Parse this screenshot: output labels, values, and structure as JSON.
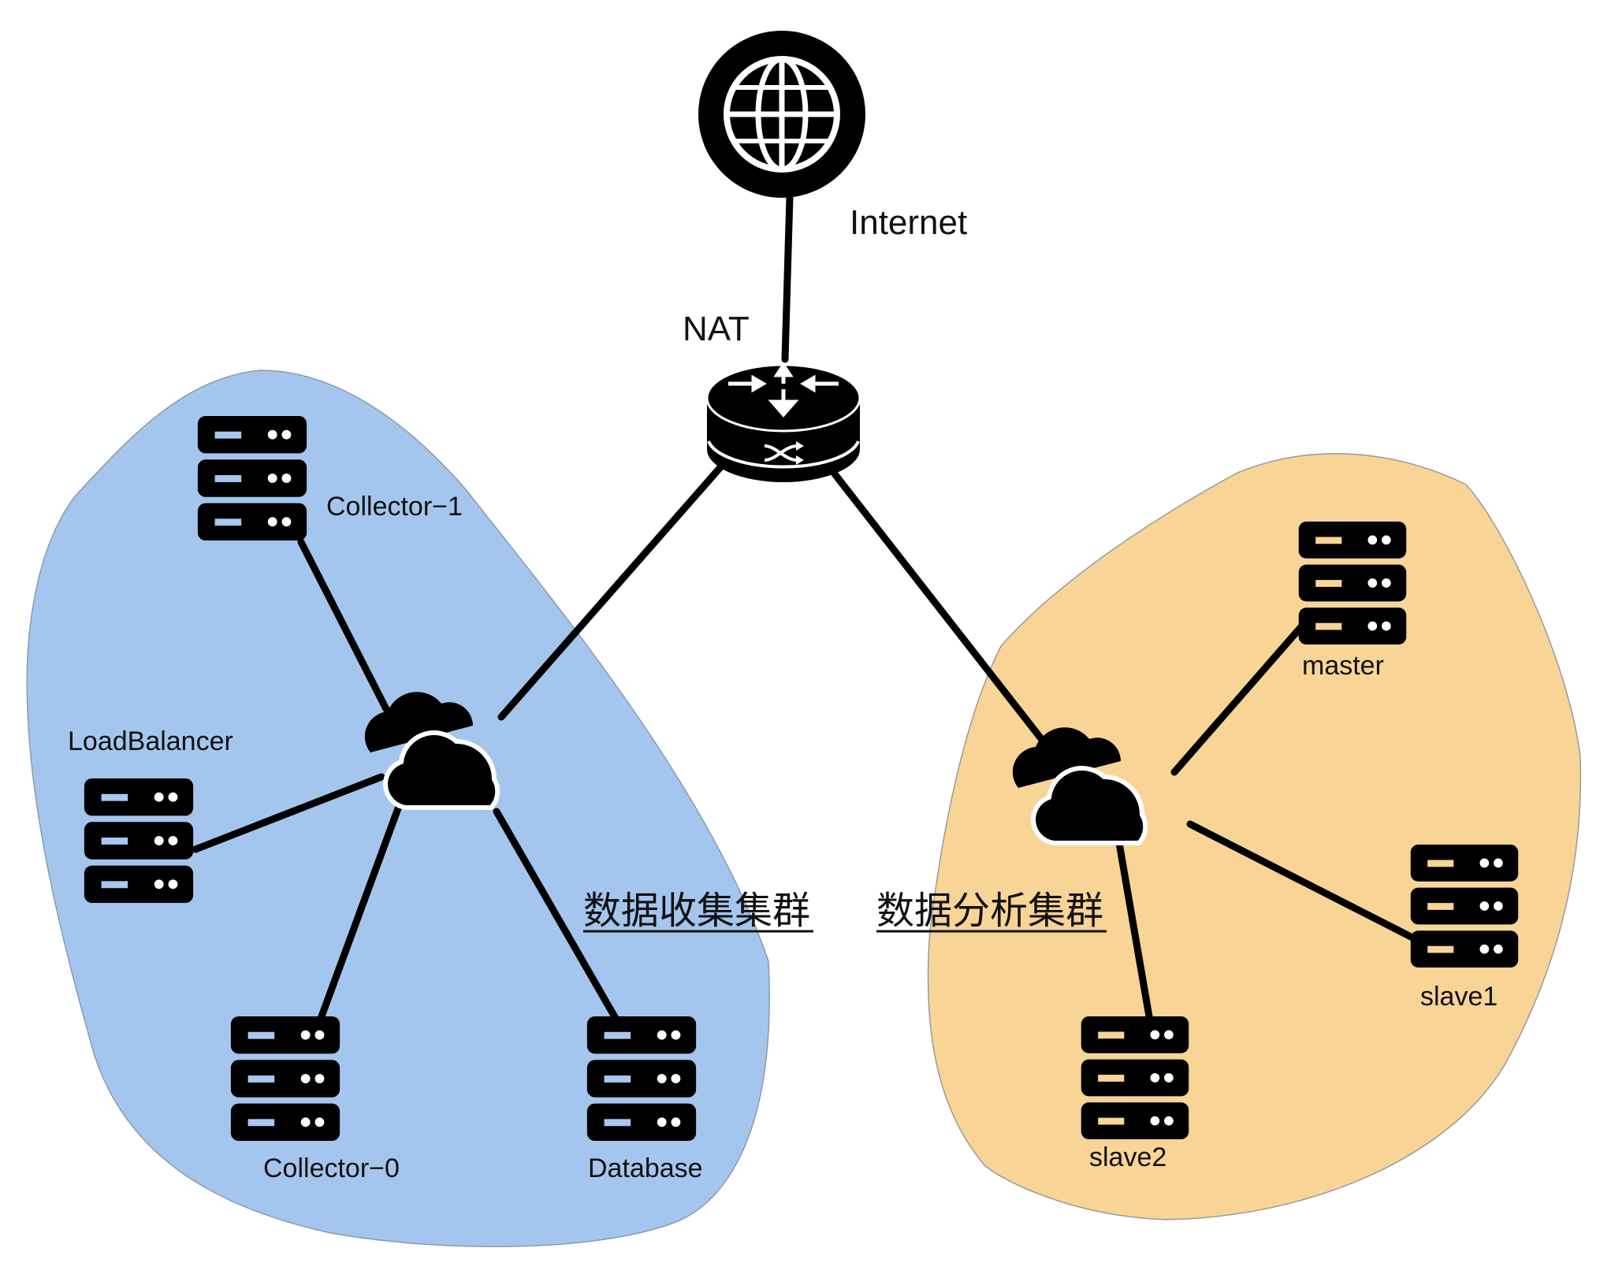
{
  "diagram": {
    "colors": {
      "collection_zone": "#a4c6ee",
      "analysis_zone": "#f8d496",
      "collection_server_slot": "#a8c8f0",
      "analysis_server_slot": "#f8d496",
      "node": "#000000",
      "link": "#000000"
    },
    "nodes": {
      "internet": {
        "label": "Internet",
        "icon": "globe-icon"
      },
      "nat": {
        "label": "NAT",
        "icon": "router-icon"
      },
      "collector_1": {
        "label": "Collector−1",
        "icon": "server-icon"
      },
      "load_balancer": {
        "label": "LoadBalancer",
        "icon": "server-icon"
      },
      "collector_0": {
        "label": "Collector−0",
        "icon": "server-icon"
      },
      "database": {
        "label": "Database",
        "icon": "server-icon"
      },
      "master": {
        "label": "master",
        "icon": "server-icon"
      },
      "slave1": {
        "label": "slave1",
        "icon": "server-icon"
      },
      "slave2": {
        "label": "slave2",
        "icon": "server-icon"
      },
      "collection_switch": {
        "icon": "cloud-icon"
      },
      "analysis_switch": {
        "icon": "cloud-icon"
      }
    },
    "clusters": {
      "collection": {
        "title": "数据收集集群"
      },
      "analysis": {
        "title": "数据分析集群"
      }
    },
    "links": [
      [
        "internet",
        "nat"
      ],
      [
        "nat",
        "collection_switch"
      ],
      [
        "nat",
        "analysis_switch"
      ],
      [
        "collection_switch",
        "collector_1"
      ],
      [
        "collection_switch",
        "load_balancer"
      ],
      [
        "collection_switch",
        "collector_0"
      ],
      [
        "collection_switch",
        "database"
      ],
      [
        "analysis_switch",
        "master"
      ],
      [
        "analysis_switch",
        "slave1"
      ],
      [
        "analysis_switch",
        "slave2"
      ]
    ]
  }
}
